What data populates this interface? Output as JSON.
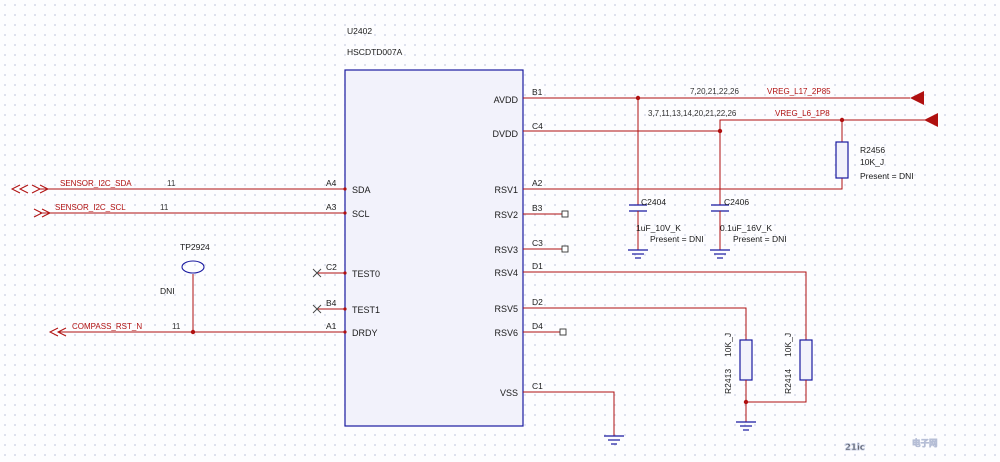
{
  "chip": {
    "ref": "U2402",
    "part": "HSCDTD007A",
    "left_pins": [
      {
        "ball": "A4",
        "name": "SDA"
      },
      {
        "ball": "A3",
        "name": "SCL"
      },
      {
        "ball": "C2",
        "name": "TEST0"
      },
      {
        "ball": "B4",
        "name": "TEST1"
      },
      {
        "ball": "A1",
        "name": "DRDY"
      }
    ],
    "right_pins": [
      {
        "ball": "B1",
        "name": "AVDD"
      },
      {
        "ball": "C4",
        "name": "DVDD"
      },
      {
        "ball": "A2",
        "name": "RSV1"
      },
      {
        "ball": "B3",
        "name": "RSV2"
      },
      {
        "ball": "C3",
        "name": "RSV3"
      },
      {
        "ball": "D1",
        "name": "RSV4"
      },
      {
        "ball": "D2",
        "name": "RSV5"
      },
      {
        "ball": "D4",
        "name": "RSV6"
      },
      {
        "ball": "C1",
        "name": "VSS"
      }
    ]
  },
  "nets": {
    "sda": {
      "name": "SENSOR_I2C_SDA",
      "page": "11"
    },
    "scl": {
      "name": "SENSOR_I2C_SCL",
      "page": "11"
    },
    "rst": {
      "name": "COMPASS_RST_N",
      "page": "11"
    },
    "avdd": {
      "name": "VREG_L17_2P85",
      "pages": "7,20,21,22,26"
    },
    "dvdd": {
      "name": "VREG_L6_1P8",
      "pages": "3,7,11,13,14,20,21,22,26"
    }
  },
  "testpoint": {
    "ref": "TP2924",
    "note": "DNI"
  },
  "components": {
    "c2404": {
      "ref": "C2404",
      "value": "1uF_10V_K",
      "note": "Present = DNI"
    },
    "c2406": {
      "ref": "C2406",
      "value": "0.1uF_16V_K",
      "note": "Present = DNI"
    },
    "r2456": {
      "ref": "R2456",
      "value": "10K_J",
      "note": "Present = DNI"
    },
    "r2413": {
      "ref": "R2413",
      "value": "10K_J"
    },
    "r2414": {
      "ref": "R2414",
      "value": "10K_J"
    }
  },
  "watermark": {
    "brand": "21ic",
    "cn": "电子网"
  },
  "colors": {
    "wire": "#b01010",
    "component": "#1a1aa0",
    "chip_fill": "#f2f2fb"
  }
}
